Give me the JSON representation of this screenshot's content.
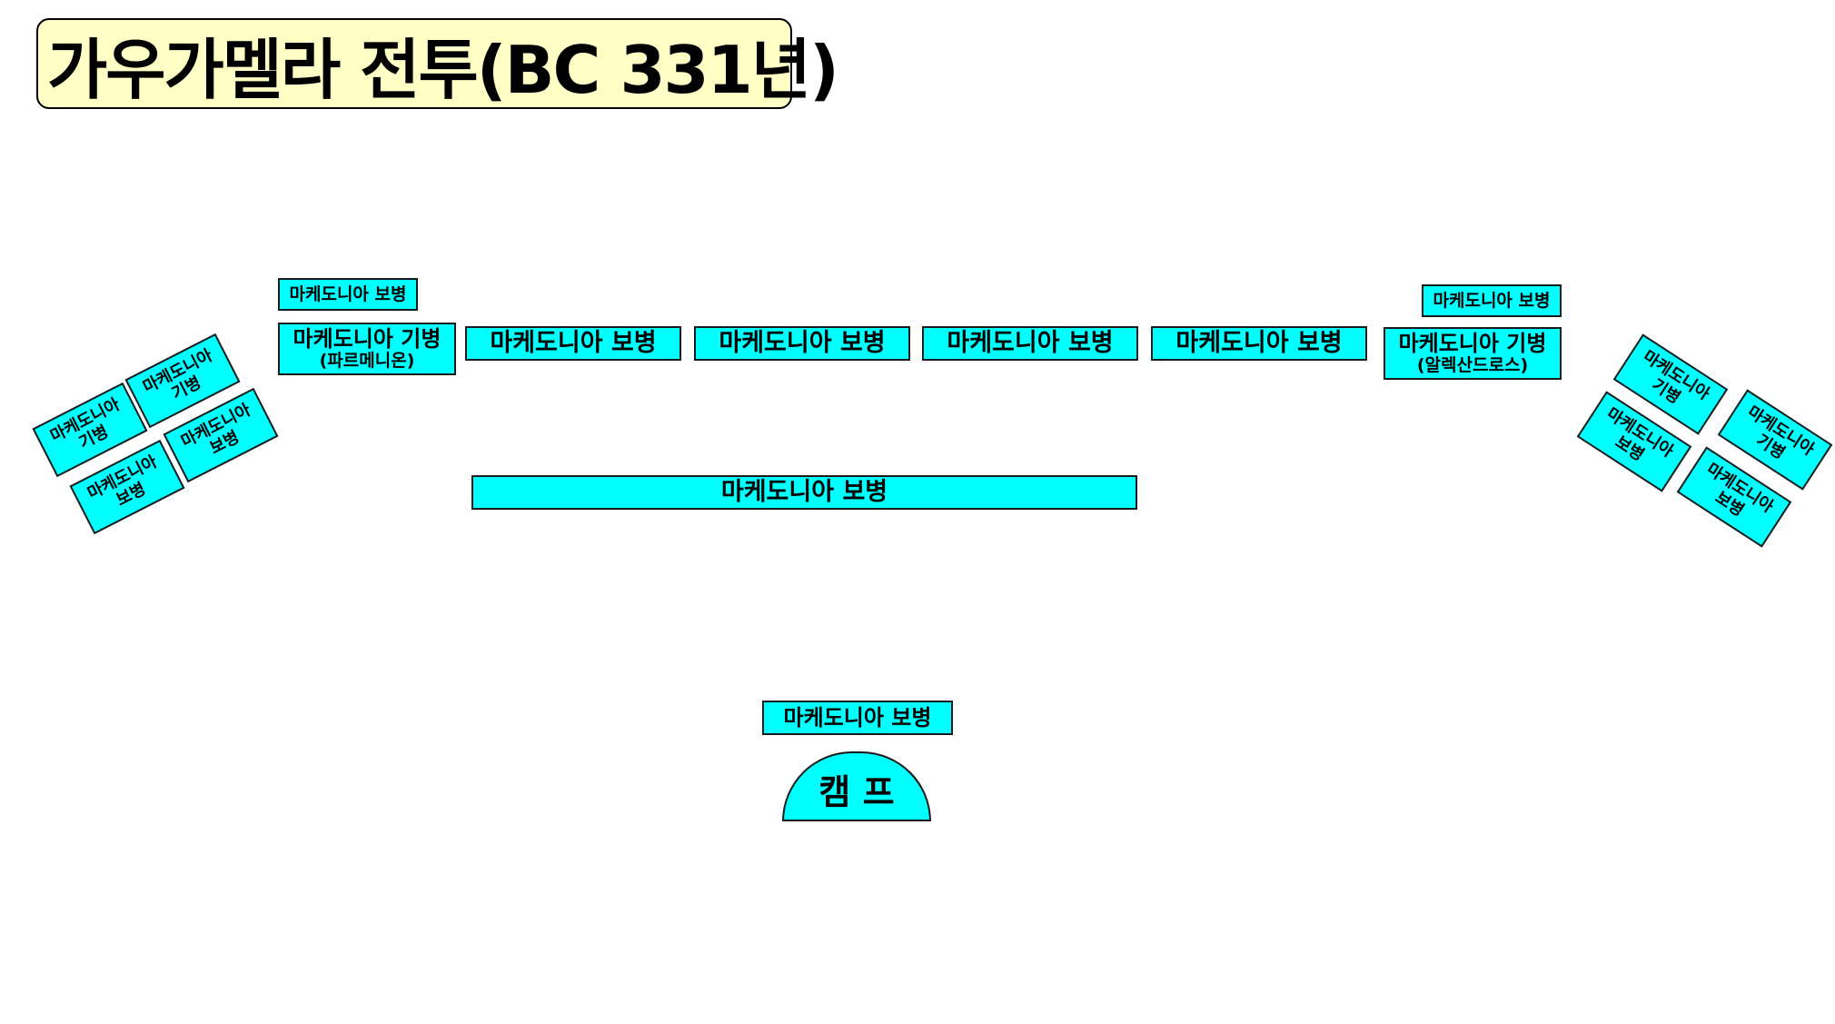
{
  "title": "가우가멜라 전투(BC 331년)",
  "colors": {
    "unit_fill": "#00ffff",
    "title_fill": "#ffffc6",
    "border": "#1a1a1a"
  },
  "front_line": {
    "left_reserve": "마케도니아 보병",
    "left_cavalry": {
      "label": "마케도니아 기병",
      "commander": "(파르메니온)"
    },
    "infantry_1": "마케도니아 보병",
    "infantry_2": "마케도니아 보병",
    "infantry_3": "마케도니아 보병",
    "infantry_4": "마케도니아 보병",
    "right_reserve": "마케도니아 보병",
    "right_cavalry": {
      "label": "마케도니아 기병",
      "commander": "(알렉산드로스)"
    }
  },
  "left_flank": [
    {
      "line1": "마케도니아",
      "line2": "기병"
    },
    {
      "line1": "마케도니아",
      "line2": "기병"
    },
    {
      "line1": "마케도니아",
      "line2": "보병"
    },
    {
      "line1": "마케도니아",
      "line2": "보병"
    }
  ],
  "right_flank": [
    {
      "line1": "마케도니아",
      "line2": "기병"
    },
    {
      "line1": "마케도니아",
      "line2": "기병"
    },
    {
      "line1": "마케도니아",
      "line2": "보병"
    },
    {
      "line1": "마케도니아",
      "line2": "보병"
    }
  ],
  "second_line": "마케도니아 보병",
  "camp_guard": "마케도니아 보병",
  "camp": "캠 프"
}
